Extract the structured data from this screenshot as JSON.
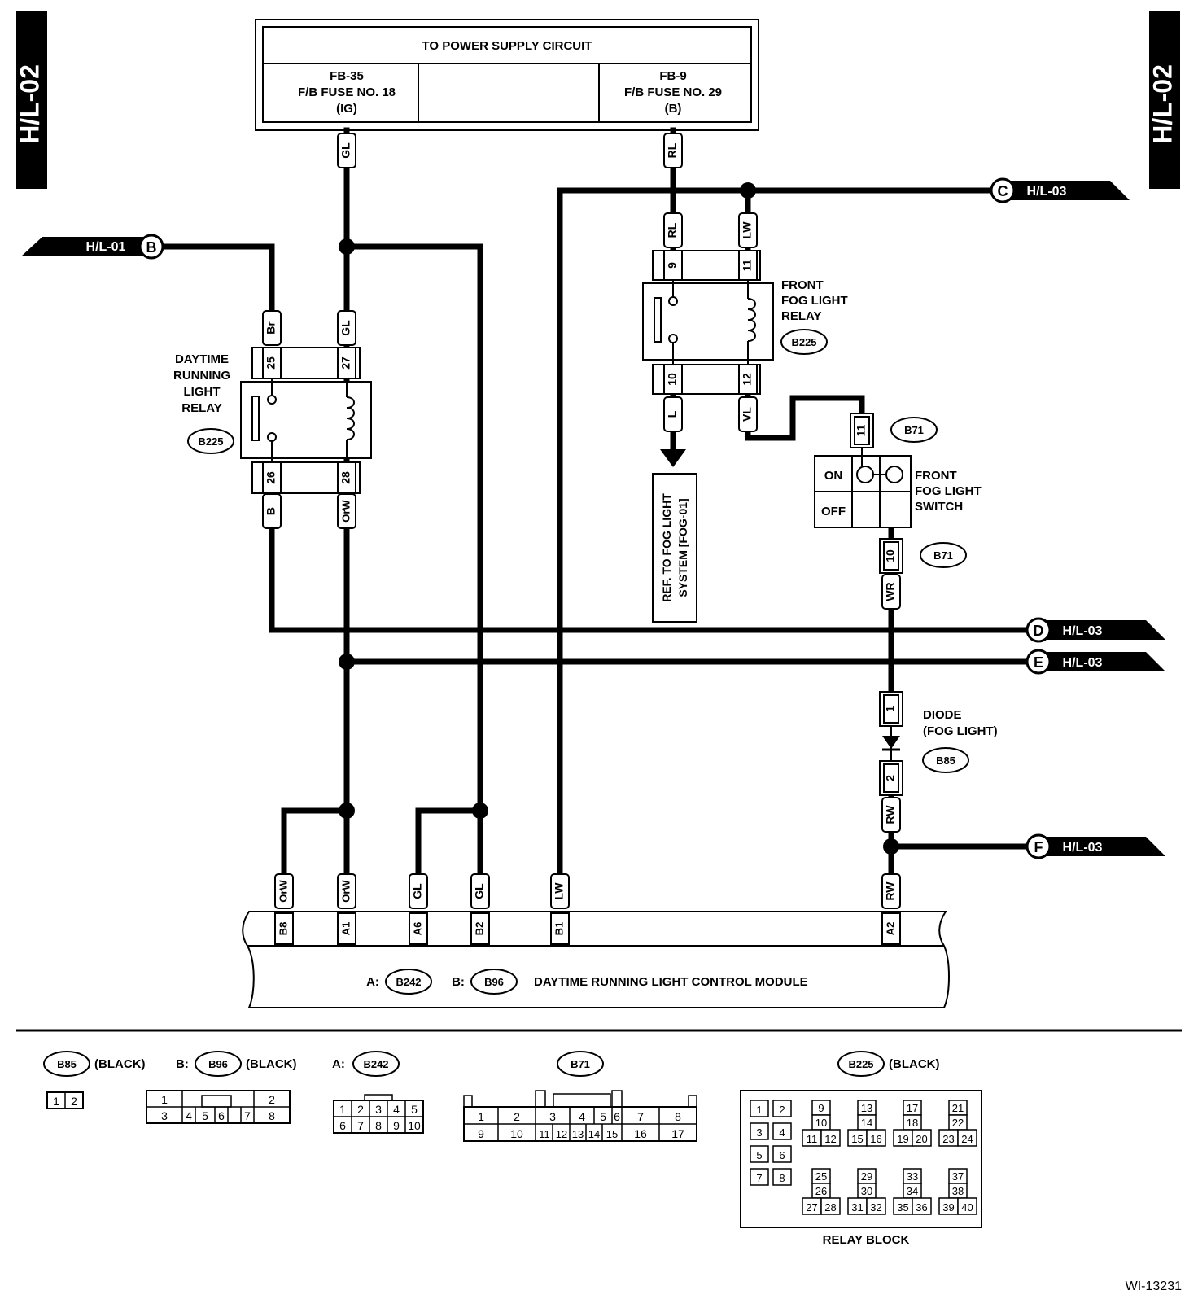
{
  "page_tag": "H/L-02",
  "power_supply": {
    "title": "TO POWER SUPPLY CIRCUIT",
    "left": [
      "FB-35",
      "F/B FUSE NO. 18",
      "(IG)"
    ],
    "right": [
      "FB-9",
      "F/B FUSE NO. 29",
      "(B)"
    ]
  },
  "wires": {
    "gl": "GL",
    "rl": "RL",
    "lw": "LW",
    "br": "Br",
    "b": "B",
    "orw": "OrW",
    "l": "L",
    "vl": "VL",
    "wr": "WR",
    "rw": "RW"
  },
  "pins": {
    "p25": "25",
    "p27": "27",
    "p26": "26",
    "p28": "28",
    "p9": "9",
    "p11": "11",
    "p10": "10",
    "p12": "12",
    "s11": "11",
    "s10": "10",
    "d1": "1",
    "d2": "2"
  },
  "module_pins": [
    "B8",
    "A1",
    "A6",
    "B2",
    "B1",
    "A2"
  ],
  "module_wires": [
    "OrW",
    "OrW",
    "GL",
    "GL",
    "LW",
    "RW"
  ],
  "offpage": {
    "b": {
      "letter": "B",
      "label": "H/L-01"
    },
    "c": {
      "letter": "C",
      "label": "H/L-03"
    },
    "d": {
      "letter": "D",
      "label": "H/L-03"
    },
    "e": {
      "letter": "E",
      "label": "H/L-03"
    },
    "f": {
      "letter": "F",
      "label": "H/L-03"
    }
  },
  "drl_relay": {
    "label": [
      "DAYTIME",
      "RUNNING",
      "LIGHT",
      "RELAY"
    ],
    "connector": "B225"
  },
  "fog_relay": {
    "label": [
      "FRONT",
      "FOG LIGHT",
      "RELAY"
    ],
    "connector": "B225"
  },
  "fog_switch": {
    "label": [
      "FRONT",
      "FOG LIGHT",
      "SWITCH"
    ],
    "on": "ON",
    "off": "OFF",
    "connector": "B71"
  },
  "diode": {
    "label": [
      "DIODE",
      "(FOG LIGHT)"
    ],
    "connector": "B85"
  },
  "ref_box": [
    "REF. TO FOG LIGHT",
    "SYSTEM [FOG-01]"
  ],
  "module": {
    "a_prefix": "A:",
    "a_conn": "B242",
    "b_prefix": "B:",
    "b_conn": "B96",
    "title": "DAYTIME RUNNING LIGHT CONTROL MODULE"
  },
  "legend": {
    "b85": {
      "conn": "B85",
      "color": "(BLACK)"
    },
    "b96": {
      "prefix": "B:",
      "conn": "B96",
      "color": "(BLACK)"
    },
    "b242": {
      "prefix": "A:",
      "conn": "B242"
    },
    "b71": {
      "conn": "B71"
    },
    "b225": {
      "conn": "B225",
      "color": "(BLACK)",
      "block": "RELAY BLOCK"
    }
  },
  "figure_id": "WI-13231"
}
